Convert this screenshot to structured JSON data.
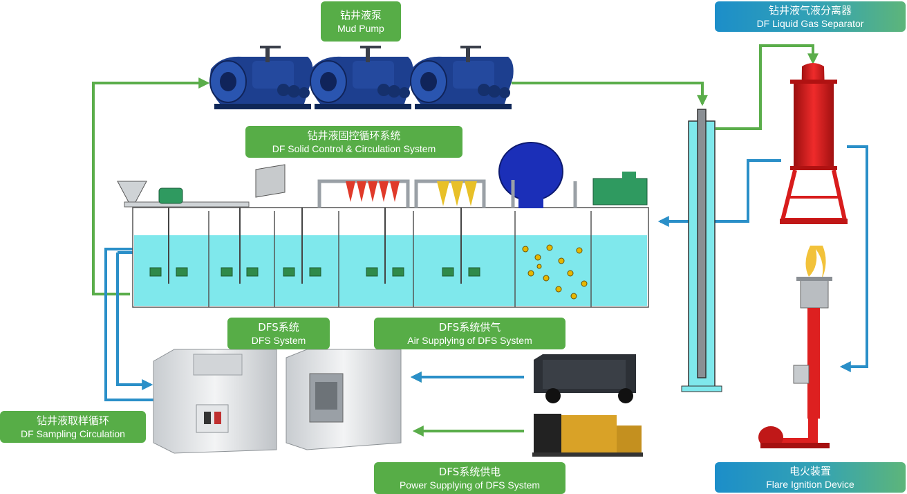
{
  "labels": {
    "mud_pump": {
      "zh": "钻井液泵",
      "en": "Mud Pump"
    },
    "separator": {
      "zh": "钻井液气液分离器",
      "en": "DF Liquid Gas Separator"
    },
    "solid_control": {
      "zh": "钻井液固控循环系统",
      "en": "DF Solid Control & Circulation System"
    },
    "dfs_system": {
      "zh": "DFS系统",
      "en": "DFS System"
    },
    "air_supply": {
      "zh": "DFS系统供气",
      "en": "Air Supplying of DFS System"
    },
    "sampling": {
      "zh": "钻井液取样循环",
      "en": "DF Sampling Circulation"
    },
    "power_supply": {
      "zh": "DFS系统供电",
      "en": "Power Supplying of DFS System"
    },
    "flare": {
      "zh": "电火装置",
      "en": "Flare Ignition Device"
    }
  },
  "colors": {
    "flow_green": "#5aad4a",
    "flow_blue": "#2a8fc8",
    "label_green": "#57ad47",
    "pump_blue": "#1d3f8f",
    "tank_fluid": "#7fe8ec",
    "separator_red": "#e01f1f",
    "generator_yellow": "#d9a227"
  }
}
